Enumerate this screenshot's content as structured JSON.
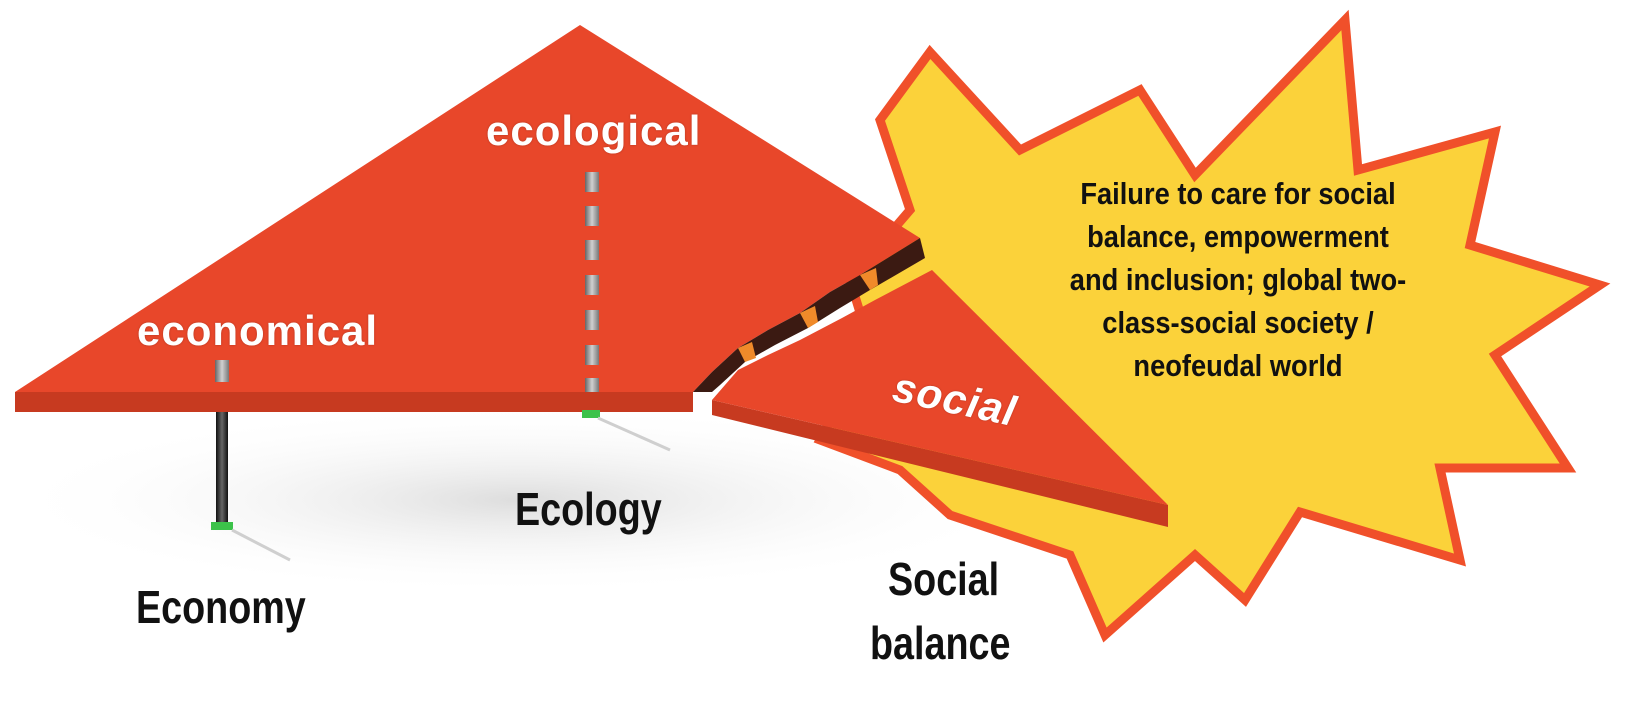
{
  "labels": {
    "ecological": "ecological",
    "economical": "economical",
    "social": "social",
    "ecology": "Ecology",
    "economy": "Economy",
    "social_balance_line1": "Social",
    "social_balance_line2": "balance"
  },
  "burst": {
    "lines": [
      "Failure to care for social",
      "balance, empowerment",
      "and inclusion; global two-",
      "class-social society /",
      "neofeudal world"
    ]
  },
  "colors": {
    "plate": "#e8472a",
    "plate_edge": "#c73a20",
    "burst_fill": "#fbd23a",
    "burst_outline": "#f0502a",
    "crack": "#3b1a12",
    "pillar": "#2a2a2a",
    "pillar_base": "#3cc24a"
  }
}
